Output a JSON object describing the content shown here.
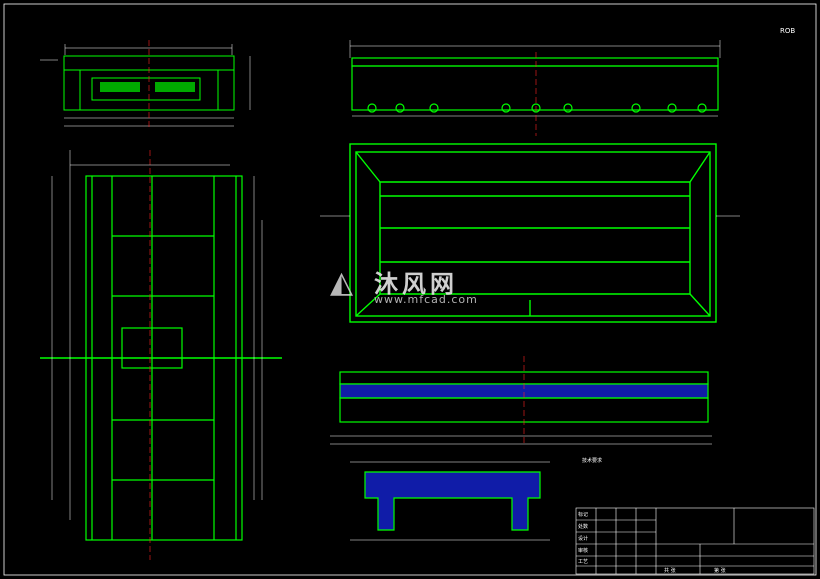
{
  "drawing": {
    "corner_label": "ROB",
    "watermark": {
      "logo_text": "沐风网",
      "url_text": "www.mfcad.com"
    },
    "title_block": {
      "title_cell": "",
      "drawing_no": "",
      "row_labels": [
        "标记",
        "处数",
        "设计",
        "审核",
        "工艺"
      ],
      "footer_labels": [
        "共 张",
        "第 张"
      ]
    },
    "notes_heading": "技术要求",
    "colors": {
      "background": "#000000",
      "line": "#00ff00",
      "frame": "#ffffff",
      "fill_blue": "#101ca8",
      "centerline": "#ff2020"
    }
  }
}
